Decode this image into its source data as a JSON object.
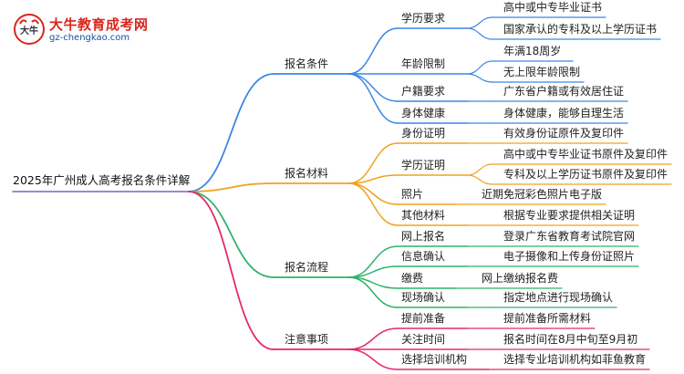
{
  "logo": {
    "mark_glyph": "大牛",
    "title": "大牛教育成考网",
    "url": "gz-chengkao.com",
    "brand_color": "#d9261c"
  },
  "root": "2025年广州成人高考报名条件详解",
  "branches": [
    {
      "label": "报名条件",
      "color": "#3a86e6",
      "children": [
        {
          "label": "学历要求",
          "leaves": [
            "高中或中专毕业证书",
            "国家承认的专科及以上学历证书"
          ]
        },
        {
          "label": "年龄限制",
          "leaves": [
            "年满18周岁",
            "无上限年龄限制"
          ]
        },
        {
          "label": "户籍要求",
          "leaves": [
            "广东省户籍或有效居住证"
          ]
        },
        {
          "label": "身体健康",
          "leaves": [
            "身体健康，能够自理生活"
          ]
        }
      ]
    },
    {
      "label": "报名材料",
      "color": "#f0a21e",
      "children": [
        {
          "label": "身份证明",
          "leaves": [
            "有效身份证原件及复印件"
          ]
        },
        {
          "label": "学历证明",
          "leaves": [
            "高中或中专毕业证书原件及复印件",
            "专科及以上学历证书原件及复印件"
          ]
        },
        {
          "label": "照片",
          "leaves": [
            "近期免冠彩色照片电子版"
          ]
        },
        {
          "label": "其他材料",
          "leaves": [
            "根据专业要求提供相关证明"
          ]
        }
      ]
    },
    {
      "label": "报名流程",
      "color": "#2db36a",
      "children": [
        {
          "label": "网上报名",
          "leaves": [
            "登录广东省教育考试院官网"
          ]
        },
        {
          "label": "信息确认",
          "leaves": [
            "电子摄像和上传身份证照片"
          ]
        },
        {
          "label": "缴费",
          "leaves": [
            "网上缴纳报名费"
          ]
        },
        {
          "label": "现场确认",
          "leaves": [
            "指定地点进行现场确认"
          ]
        }
      ]
    },
    {
      "label": "注意事项",
      "color": "#e5286f",
      "children": [
        {
          "label": "提前准备",
          "leaves": [
            "提前准备所需材料"
          ]
        },
        {
          "label": "关注时间",
          "leaves": [
            "报名时间在8月中旬至9月初"
          ]
        },
        {
          "label": "选择培训机构",
          "leaves": [
            "选择专业培训机构如菲鱼教育"
          ]
        }
      ]
    }
  ]
}
